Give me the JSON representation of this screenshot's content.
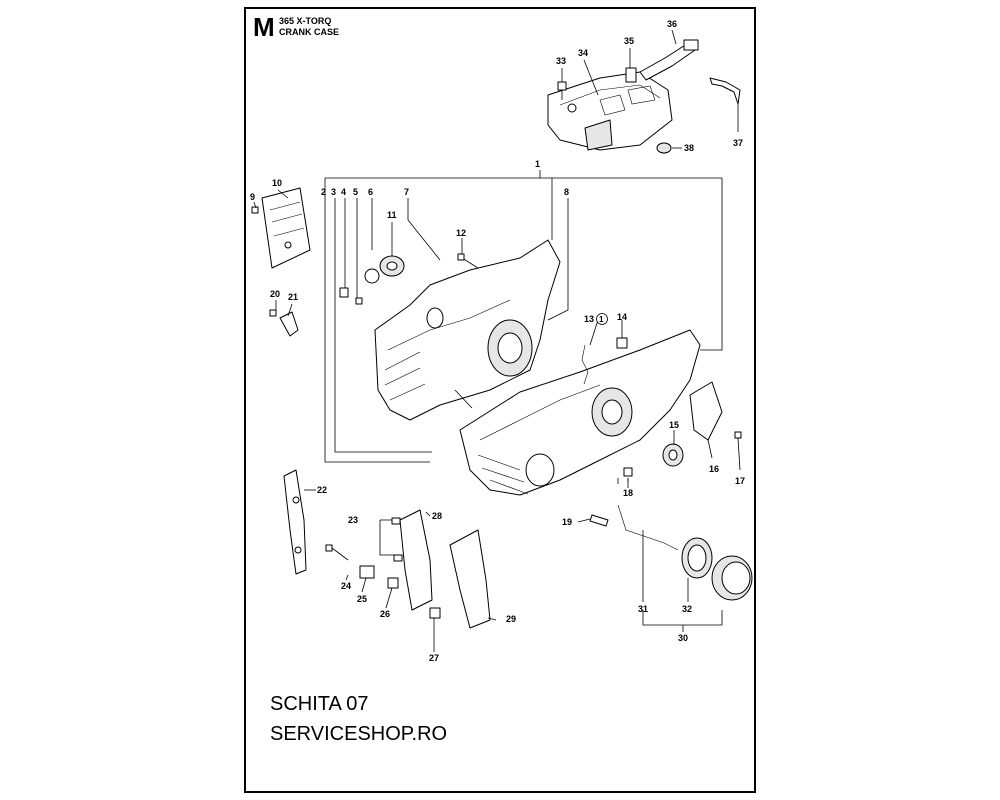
{
  "header": {
    "section_letter": "M",
    "model": "365 X-TORQ",
    "title": "CRANK CASE"
  },
  "callouts": [
    "1",
    "2",
    "3",
    "4",
    "5",
    "6",
    "7",
    "8",
    "9",
    "10",
    "11",
    "12",
    "13",
    "14",
    "15",
    "16",
    "17",
    "18",
    "19",
    "20",
    "21",
    "22",
    "23",
    "24",
    "25",
    "26",
    "27",
    "28",
    "29",
    "30",
    "31",
    "32",
    "33",
    "34",
    "35",
    "36",
    "37",
    "38"
  ],
  "circled_mark": "1",
  "footer": {
    "schita": "SCHITA 07",
    "site": "SERVICESHOP.RO"
  }
}
